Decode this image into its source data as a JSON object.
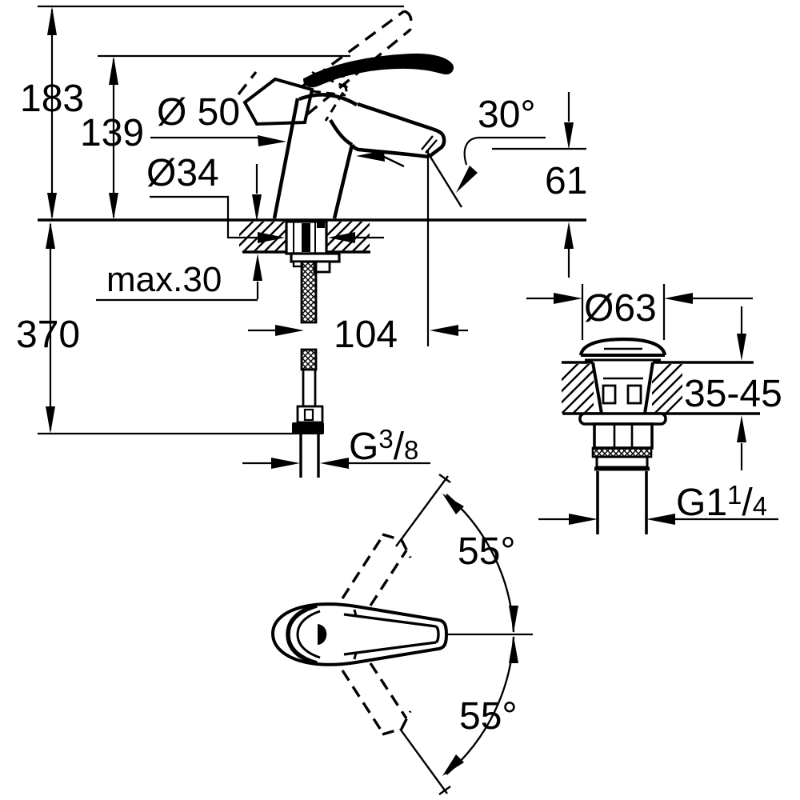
{
  "figure": {
    "kind": "technical-dimension-drawing",
    "subject": "single-lever basin mixer faucet with pop-up waste and handle swivel views",
    "line_color": "#000000",
    "background_color": "#ffffff"
  },
  "labels": {
    "total_height": "183",
    "height_to_outlet": "139",
    "base_diameter": "Ø 50",
    "hole_diameter": "Ø34",
    "outlet_angle": "30°",
    "outlet_height": "61",
    "max_deck_thickness": "max.30",
    "hose_length": "370",
    "spout_projection": "104",
    "waste_cap_diameter": "Ø63",
    "waste_deck_range": "35-45",
    "swivel_top": "55°",
    "swivel_bottom": "55°"
  },
  "threads": {
    "supply": {
      "base": "G",
      "sup": "3",
      "slash": "/",
      "sub": "8"
    },
    "waste": {
      "base": "G1",
      "sup": "1",
      "slash": "/",
      "sub": "4"
    }
  }
}
